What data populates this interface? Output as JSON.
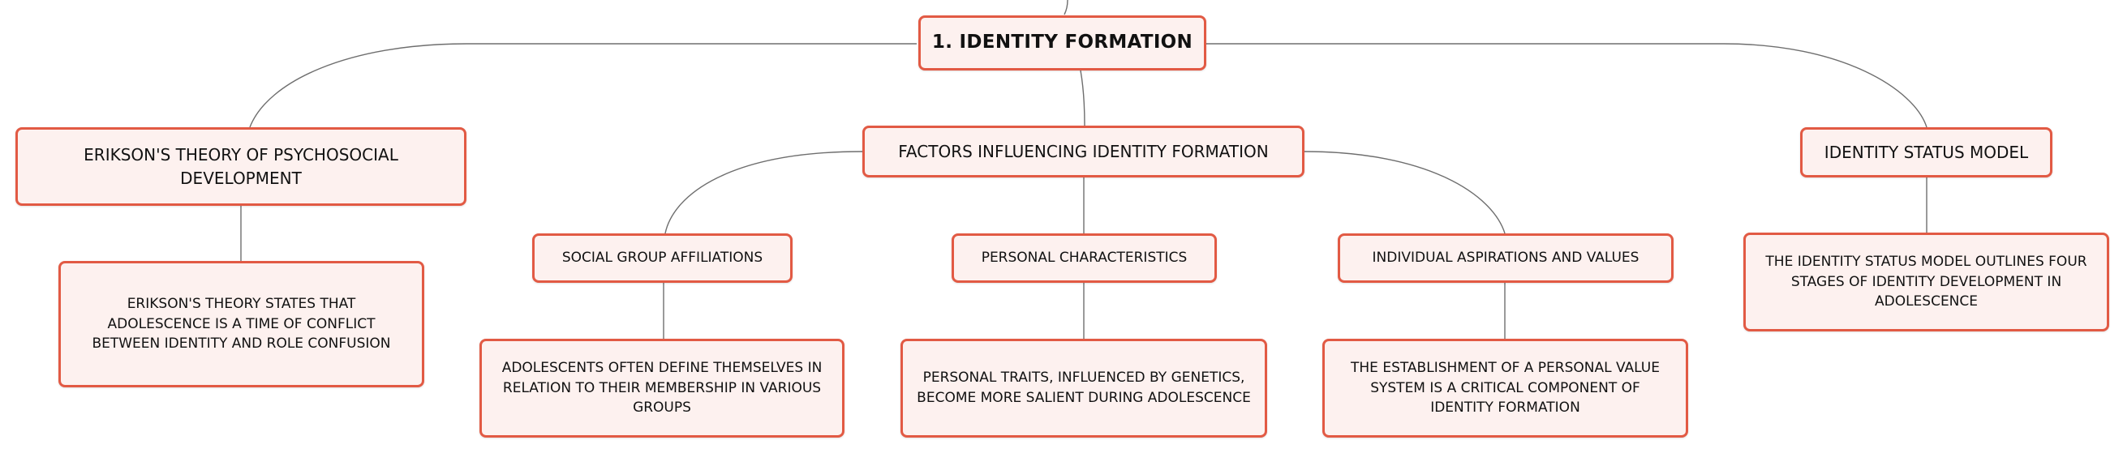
{
  "colors": {
    "node_border": "#e25a44",
    "node_fill": "#fdf1ef",
    "connector": "#6e6e6e",
    "text": "#111111"
  },
  "root": {
    "label": "1. IDENTITY FORMATION"
  },
  "branches": {
    "erikson": {
      "label": "ERIKSON'S THEORY OF PSYCHOSOCIAL DEVELOPMENT",
      "detail": "ERIKSON'S THEORY STATES THAT ADOLESCENCE IS A TIME OF CONFLICT BETWEEN IDENTITY AND ROLE CONFUSION"
    },
    "factors": {
      "label": "FACTORS INFLUENCING IDENTITY FORMATION",
      "children": [
        {
          "label": "SOCIAL GROUP AFFILIATIONS",
          "detail": "ADOLESCENTS OFTEN DEFINE THEMSELVES IN RELATION TO THEIR MEMBERSHIP IN VARIOUS GROUPS"
        },
        {
          "label": "PERSONAL CHARACTERISTICS",
          "detail": "PERSONAL TRAITS, INFLUENCED BY GENETICS, BECOME MORE SALIENT DURING ADOLESCENCE"
        },
        {
          "label": "INDIVIDUAL ASPIRATIONS AND VALUES",
          "detail": "THE ESTABLISHMENT OF A PERSONAL VALUE SYSTEM IS A CRITICAL COMPONENT OF IDENTITY FORMATION"
        }
      ]
    },
    "status_model": {
      "label": "IDENTITY STATUS MODEL",
      "detail": "THE IDENTITY STATUS MODEL OUTLINES FOUR STAGES OF IDENTITY DEVELOPMENT IN ADOLESCENCE"
    }
  }
}
